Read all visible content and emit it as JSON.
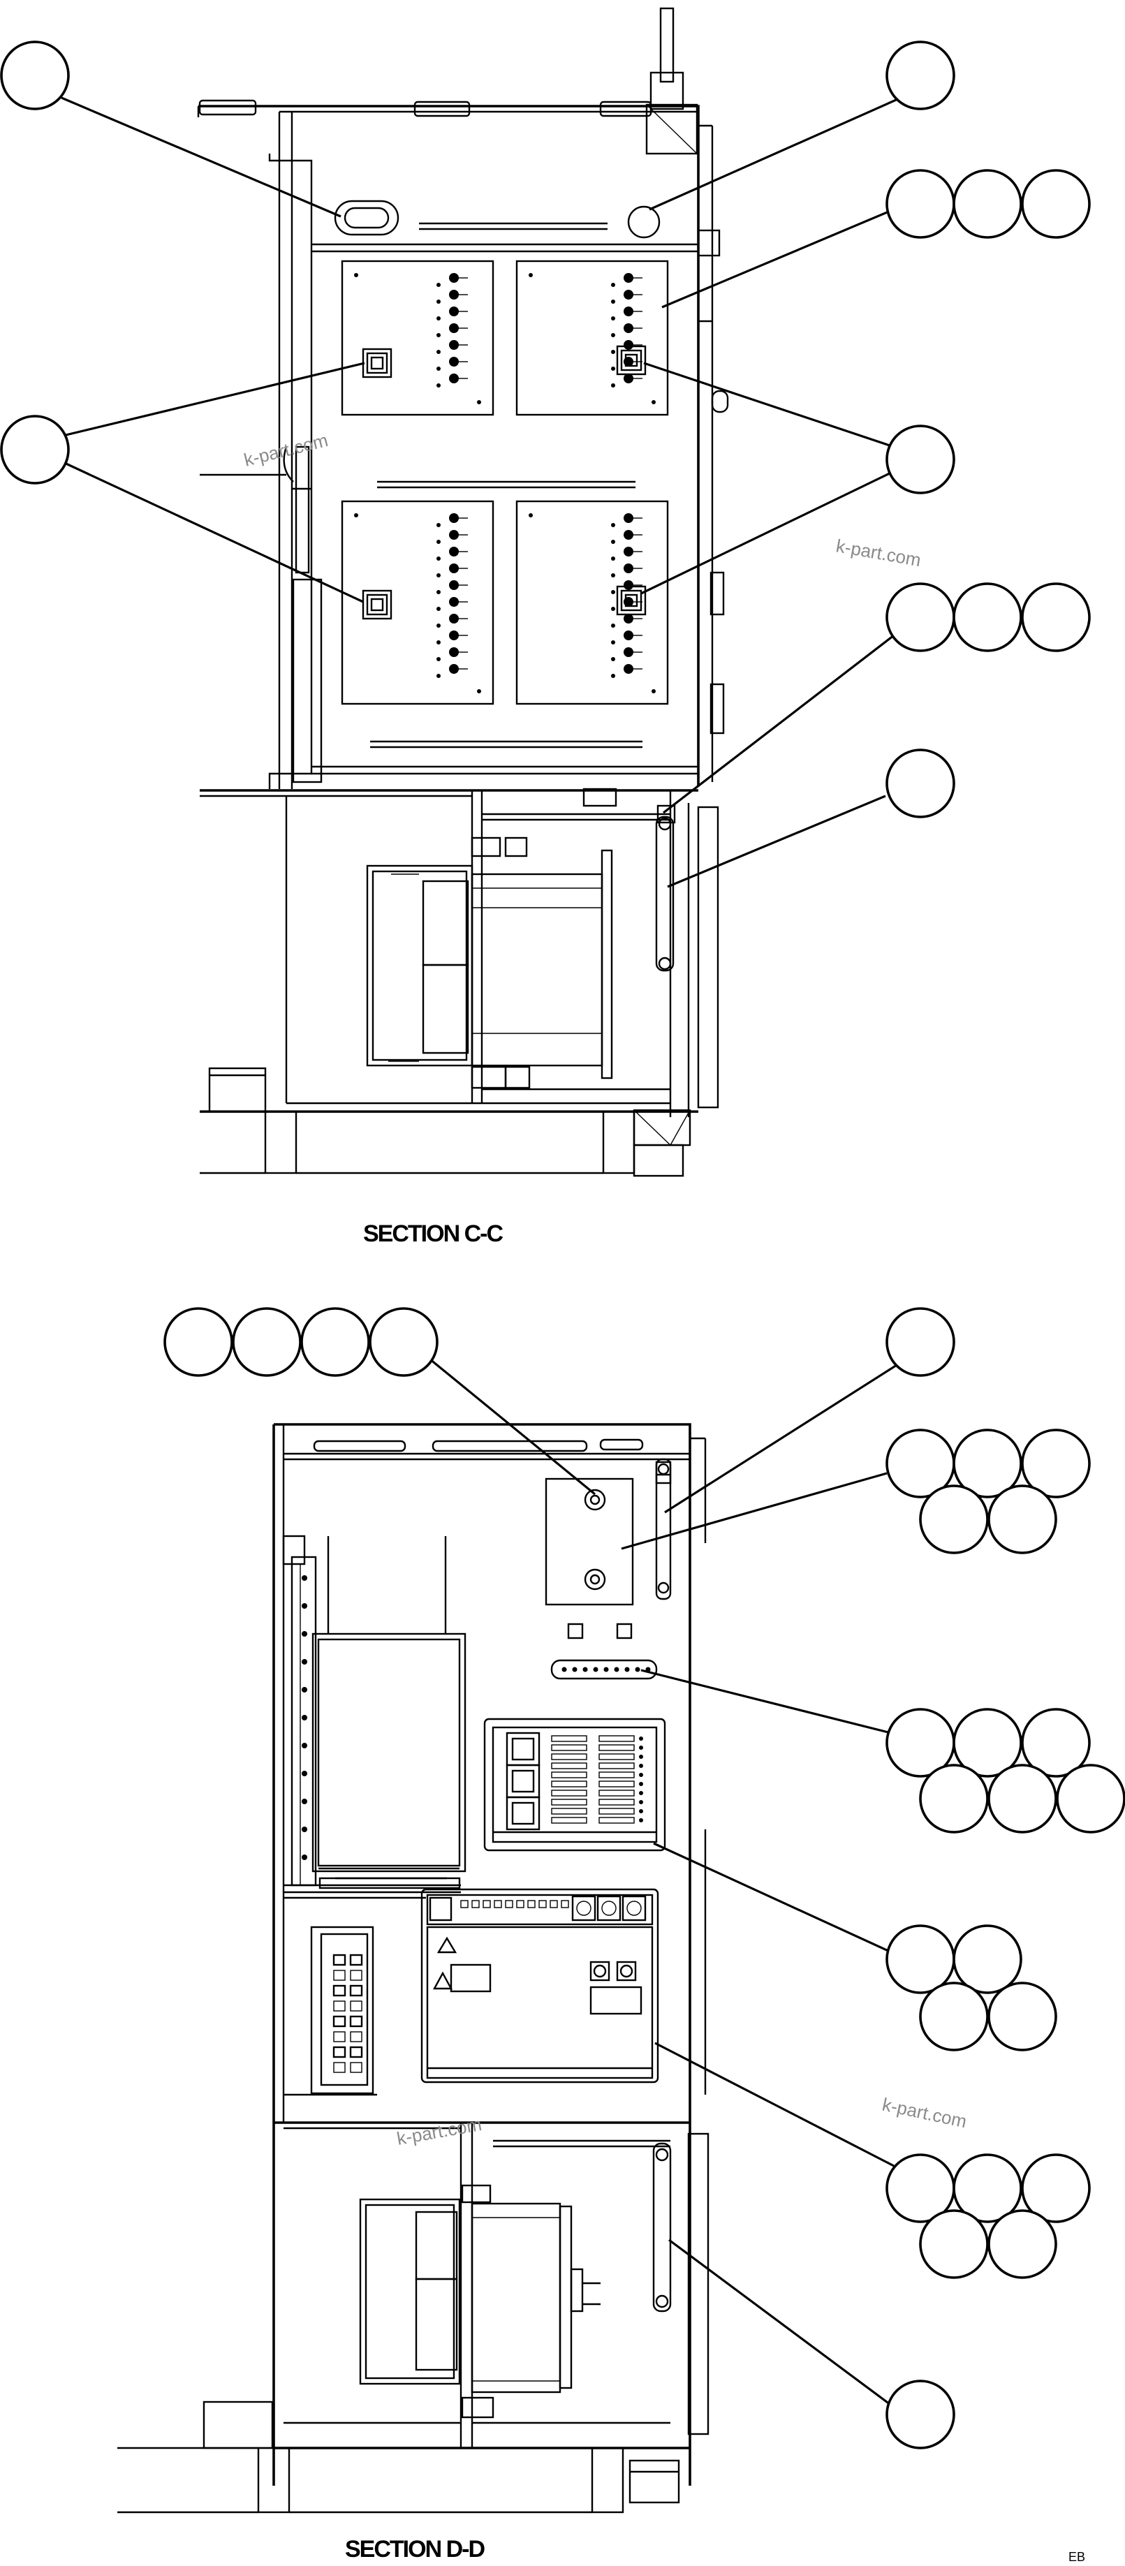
{
  "captions": {
    "section_c": "SECTION C-C",
    "section_d": "SECTION D-D"
  },
  "watermarks": {
    "w1": "k-part.com",
    "w2": "k-part.com",
    "w3": "k-part.com",
    "w4": "k-part.com"
  },
  "page_code": "EB"
}
